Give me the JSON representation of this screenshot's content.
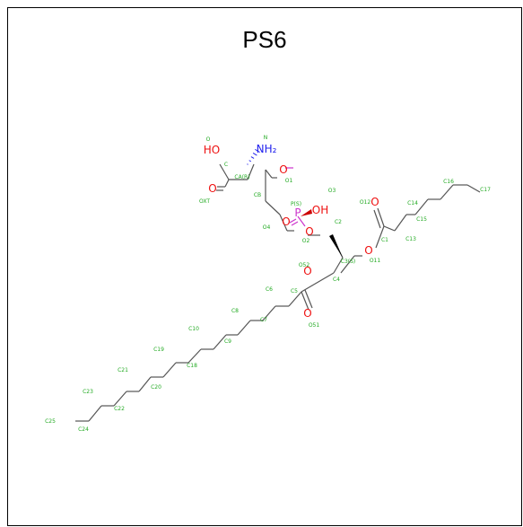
{
  "title": "PS6",
  "colors": {
    "bond": "#555555",
    "label": "#22aa22",
    "oxygen": "#ee1111",
    "nitrogen": "#2222ee",
    "phosphorus": "#cc33cc"
  },
  "heteroatoms": [
    {
      "id": "ho",
      "text": "HO",
      "element": "O"
    },
    {
      "id": "nh2",
      "text": "NH₂",
      "element": "N"
    },
    {
      "id": "p",
      "text": "P",
      "element": "P"
    },
    {
      "id": "oh_p",
      "text": "OH",
      "element": "O"
    },
    {
      "id": "o_pdbl",
      "text": "O",
      "element": "O"
    },
    {
      "id": "o_o1",
      "text": "O",
      "element": "O"
    },
    {
      "id": "o_o2",
      "text": "O",
      "element": "O"
    },
    {
      "id": "o_cdbl",
      "text": "O",
      "element": "O"
    },
    {
      "id": "o_o11",
      "text": "O",
      "element": "O"
    },
    {
      "id": "o_c1dbl",
      "text": "O",
      "element": "O"
    },
    {
      "id": "o_o52",
      "text": "O",
      "element": "O"
    },
    {
      "id": "o_c5dbl",
      "text": "O",
      "element": "O"
    }
  ],
  "atom_labels": [
    {
      "id": "lbl_o",
      "text": "O"
    },
    {
      "id": "lbl_n",
      "text": "N"
    },
    {
      "id": "lbl_c",
      "text": "C"
    },
    {
      "id": "lbl_ca",
      "text": "CA(R)"
    },
    {
      "id": "lbl_oxt",
      "text": "OXT"
    },
    {
      "id": "lbl_cb",
      "text": "CB"
    },
    {
      "id": "lbl_o1",
      "text": "O1"
    },
    {
      "id": "lbl_p",
      "text": "P(S)"
    },
    {
      "id": "lbl_o3",
      "text": "O3"
    },
    {
      "id": "lbl_o4",
      "text": "O4"
    },
    {
      "id": "lbl_o2",
      "text": "O2"
    },
    {
      "id": "lbl_c2",
      "text": "C2"
    },
    {
      "id": "lbl_o12",
      "text": "O12"
    },
    {
      "id": "lbl_c1",
      "text": "C1"
    },
    {
      "id": "lbl_o11",
      "text": "O11"
    },
    {
      "id": "lbl_c3",
      "text": "C3(S)"
    },
    {
      "id": "lbl_c4",
      "text": "C4"
    },
    {
      "id": "lbl_o52",
      "text": "O52"
    },
    {
      "id": "lbl_c5",
      "text": "C5"
    },
    {
      "id": "lbl_o51",
      "text": "O51"
    },
    {
      "id": "lbl_c6",
      "text": "C6"
    },
    {
      "id": "lbl_c7",
      "text": "C7"
    },
    {
      "id": "lbl_c8",
      "text": "C8"
    },
    {
      "id": "lbl_c9",
      "text": "C9"
    },
    {
      "id": "lbl_c10",
      "text": "C10"
    },
    {
      "id": "lbl_c13",
      "text": "C13"
    },
    {
      "id": "lbl_c14",
      "text": "C14"
    },
    {
      "id": "lbl_c15",
      "text": "C15"
    },
    {
      "id": "lbl_c16",
      "text": "C16"
    },
    {
      "id": "lbl_c17",
      "text": "C17"
    },
    {
      "id": "lbl_c18",
      "text": "C18"
    },
    {
      "id": "lbl_c19",
      "text": "C19"
    },
    {
      "id": "lbl_c20",
      "text": "C20"
    },
    {
      "id": "lbl_c21",
      "text": "C21"
    },
    {
      "id": "lbl_c22",
      "text": "C22"
    },
    {
      "id": "lbl_c23",
      "text": "C23"
    },
    {
      "id": "lbl_c24",
      "text": "C24"
    },
    {
      "id": "lbl_c25",
      "text": "C25"
    }
  ]
}
